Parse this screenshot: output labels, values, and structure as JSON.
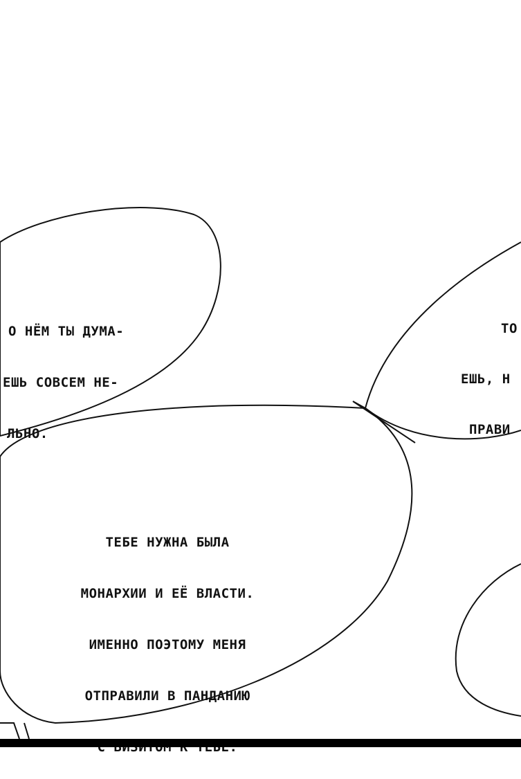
{
  "panel": {
    "background_color": "#ffffff",
    "ink_color": "#111111"
  },
  "bubbles": [
    {
      "lines": [
        "О НЁМ ТЫ ДУМА-",
        "ЕШЬ СОВСЕМ НЕ-",
        "ЛЬНО."
      ]
    },
    {
      "lines": [
        "ТО",
        "ЕШЬ, Н",
        "ПРАВИ"
      ]
    },
    {
      "lines": [
        "ТЕБЕ НУЖНА БЫЛА",
        "МОНАРХИИ И ЕЁ ВЛАСТИ.",
        "ИМЕННО ПОЭТОМУ МЕНЯ",
        "ОТПРАВИЛИ В ПАНДАНИЮ",
        "С ВИЗИТОМ К ТЕБЕ."
      ]
    }
  ]
}
